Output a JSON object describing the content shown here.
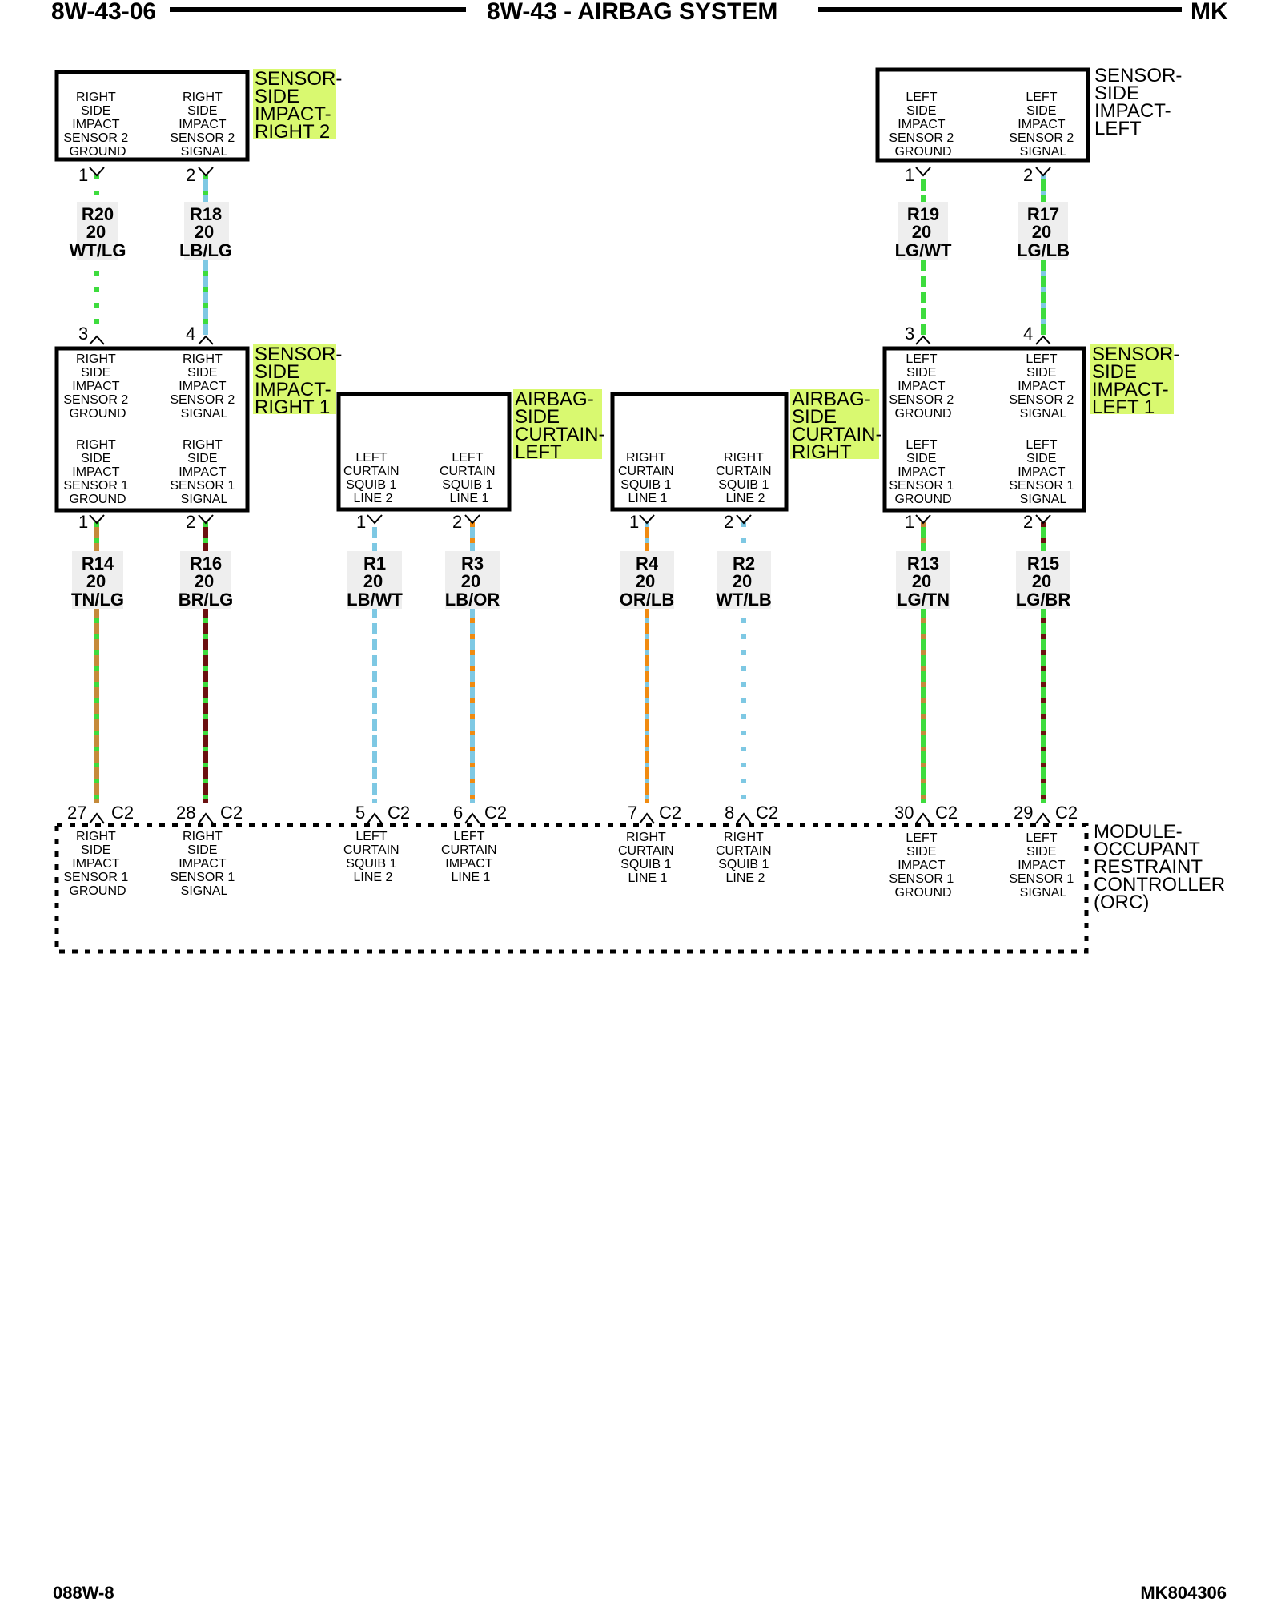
{
  "header": {
    "page_code": "8W-43-06",
    "title": "8W-43 - AIRBAG SYSTEM",
    "model": "MK"
  },
  "footer": {
    "left": "088W-8",
    "right": "MK804306"
  },
  "components": {
    "sensor_right_2": {
      "name": [
        "SENSOR-",
        "SIDE",
        "IMPACT-",
        "RIGHT 2"
      ],
      "highlighted": true,
      "left_label": [
        "RIGHT",
        "SIDE",
        "IMPACT",
        "SENSOR 2",
        "GROUND"
      ],
      "right_label": [
        "RIGHT",
        "SIDE",
        "IMPACT",
        "SENSOR 2",
        "SIGNAL"
      ],
      "pins": [
        "1",
        "2"
      ]
    },
    "sensor_left_2": {
      "name": [
        "SENSOR-",
        "SIDE",
        "IMPACT-",
        "LEFT"
      ],
      "highlighted": false,
      "left_label": [
        "LEFT",
        "SIDE",
        "IMPACT",
        "SENSOR 2",
        "GROUND"
      ],
      "right_label": [
        "LEFT",
        "SIDE",
        "IMPACT",
        "SENSOR 2",
        "SIGNAL"
      ],
      "pins": [
        "1",
        "2"
      ]
    },
    "sensor_right_1": {
      "name": [
        "SENSOR-",
        "SIDE",
        "IMPACT-",
        "RIGHT 1"
      ],
      "highlighted": true,
      "top_pins": [
        "3",
        "4"
      ],
      "top_left_label": [
        "RIGHT",
        "SIDE",
        "IMPACT",
        "SENSOR 2",
        "GROUND"
      ],
      "top_right_label": [
        "RIGHT",
        "SIDE",
        "IMPACT",
        "SENSOR 2",
        "SIGNAL"
      ],
      "bottom_left_label": [
        "RIGHT",
        "SIDE",
        "IMPACT",
        "SENSOR 1",
        "GROUND"
      ],
      "bottom_right_label": [
        "RIGHT",
        "SIDE",
        "IMPACT",
        "SENSOR 1",
        "SIGNAL"
      ],
      "bottom_pins": [
        "1",
        "2"
      ]
    },
    "sensor_left_1": {
      "name": [
        "SENSOR-",
        "SIDE",
        "IMPACT-",
        "LEFT 1"
      ],
      "highlighted": true,
      "top_pins": [
        "3",
        "4"
      ],
      "top_left_label": [
        "LEFT",
        "SIDE",
        "IMPACT",
        "SENSOR 2",
        "GROUND"
      ],
      "top_right_label": [
        "LEFT",
        "SIDE",
        "IMPACT",
        "SENSOR 2",
        "SIGNAL"
      ],
      "bottom_left_label": [
        "LEFT",
        "SIDE",
        "IMPACT",
        "SENSOR 1",
        "GROUND"
      ],
      "bottom_right_label": [
        "LEFT",
        "SIDE",
        "IMPACT",
        "SENSOR 1",
        "SIGNAL"
      ],
      "bottom_pins": [
        "1",
        "2"
      ]
    },
    "airbag_left": {
      "name": [
        "AIRBAG-",
        "SIDE",
        "CURTAIN-",
        "LEFT"
      ],
      "highlighted": true,
      "left_label": [
        "LEFT",
        "CURTAIN",
        "SQUIB 1",
        "LINE 2"
      ],
      "right_label": [
        "LEFT",
        "CURTAIN",
        "SQUIB 1",
        "LINE 1"
      ],
      "pins": [
        "1",
        "2"
      ]
    },
    "airbag_right": {
      "name": [
        "AIRBAG-",
        "SIDE",
        "CURTAIN-",
        "RIGHT"
      ],
      "highlighted": true,
      "left_label": [
        "RIGHT",
        "CURTAIN",
        "SQUIB 1",
        "LINE 1"
      ],
      "right_label": [
        "RIGHT",
        "CURTAIN",
        "SQUIB 1",
        "LINE 2"
      ],
      "pins": [
        "1",
        "2"
      ]
    },
    "orc": {
      "name": [
        "MODULE-",
        "OCCUPANT",
        "RESTRAINT",
        "CONTROLLER",
        "(ORC)"
      ],
      "pins": [
        {
          "pin": "27",
          "conn": "C2",
          "label": [
            "RIGHT",
            "SIDE",
            "IMPACT",
            "SENSOR 1",
            "GROUND"
          ]
        },
        {
          "pin": "28",
          "conn": "C2",
          "label": [
            "RIGHT",
            "SIDE",
            "IMPACT",
            "SENSOR 1",
            "SIGNAL"
          ]
        },
        {
          "pin": "5",
          "conn": "C2",
          "label": [
            "LEFT",
            "CURTAIN",
            "SQUIB 1",
            "LINE 2"
          ]
        },
        {
          "pin": "6",
          "conn": "C2",
          "label": [
            "LEFT",
            "CURTAIN",
            "IMPACT",
            "LINE 1"
          ]
        },
        {
          "pin": "7",
          "conn": "C2",
          "label": [
            "RIGHT",
            "CURTAIN",
            "SQUIB 1",
            "LINE 1"
          ]
        },
        {
          "pin": "8",
          "conn": "C2",
          "label": [
            "RIGHT",
            "CURTAIN",
            "SQUIB 1",
            "LINE 2"
          ]
        },
        {
          "pin": "30",
          "conn": "C2",
          "label": [
            "LEFT",
            "SIDE",
            "IMPACT",
            "SENSOR 1",
            "GROUND"
          ]
        },
        {
          "pin": "29",
          "conn": "C2",
          "label": [
            "LEFT",
            "SIDE",
            "IMPACT",
            "SENSOR 1",
            "SIGNAL"
          ]
        }
      ]
    }
  },
  "wires": {
    "upper": [
      {
        "circuit": "R20",
        "gauge": "20",
        "color": "WT/LG",
        "base": "#ffffff",
        "stripe": "#3ddc3d"
      },
      {
        "circuit": "R18",
        "gauge": "20",
        "color": "LB/LG",
        "base": "#7ec8e3",
        "stripe": "#3ddc3d"
      },
      {
        "circuit": "R19",
        "gauge": "20",
        "color": "LG/WT",
        "base": "#3ddc3d",
        "stripe": "#ffffff"
      },
      {
        "circuit": "R17",
        "gauge": "20",
        "color": "LG/LB",
        "base": "#3ddc3d",
        "stripe": "#7ec8e3"
      }
    ],
    "lower": [
      {
        "circuit": "R14",
        "gauge": "20",
        "color": "TN/LG",
        "base": "#c58a3a",
        "stripe": "#3ddc3d"
      },
      {
        "circuit": "R16",
        "gauge": "20",
        "color": "BR/LG",
        "base": "#6b1010",
        "stripe": "#3ddc3d"
      },
      {
        "circuit": "R1",
        "gauge": "20",
        "color": "LB/WT",
        "base": "#7ec8e3",
        "stripe": "#ffffff"
      },
      {
        "circuit": "R3",
        "gauge": "20",
        "color": "LB/OR",
        "base": "#7ec8e3",
        "stripe": "#f08a10"
      },
      {
        "circuit": "R4",
        "gauge": "20",
        "color": "OR/LB",
        "base": "#f08a10",
        "stripe": "#7ec8e3"
      },
      {
        "circuit": "R2",
        "gauge": "20",
        "color": "WT/LB",
        "base": "#ffffff",
        "stripe": "#7ec8e3"
      },
      {
        "circuit": "R13",
        "gauge": "20",
        "color": "LG/TN",
        "base": "#3ddc3d",
        "stripe": "#c58a3a"
      },
      {
        "circuit": "R15",
        "gauge": "20",
        "color": "LG/BR",
        "base": "#3ddc3d",
        "stripe": "#6b1010"
      }
    ]
  },
  "highlight_color": "#d9f970"
}
